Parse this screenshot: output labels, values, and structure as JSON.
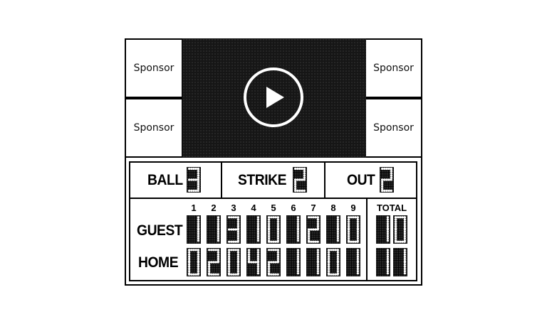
{
  "sponsors": [
    "Sponsor",
    "Sponsor",
    "Sponsor",
    "Sponsor"
  ],
  "video": {
    "play_icon": "play-icon"
  },
  "count": {
    "ball_label": "BALL",
    "ball": "3",
    "strike_label": "STRIKE",
    "strike": "2",
    "out_label": "OUT",
    "out": "2"
  },
  "innings": [
    "1",
    "2",
    "3",
    "4",
    "5",
    "6",
    "7",
    "8",
    "9"
  ],
  "total_label": "TOTAL",
  "guest": {
    "label": "GUEST",
    "scores": [
      "1",
      "1",
      "3",
      "1",
      "0",
      "1",
      "2",
      "1",
      "0"
    ],
    "total": "10"
  },
  "home": {
    "label": "HOME",
    "scores": [
      "0",
      "2",
      "0",
      "4",
      "2",
      "1",
      "1",
      "0",
      "1"
    ],
    "total": "11"
  },
  "colors": {
    "frame": "#000000",
    "screen": "#161616",
    "lit": "#ffffff"
  }
}
